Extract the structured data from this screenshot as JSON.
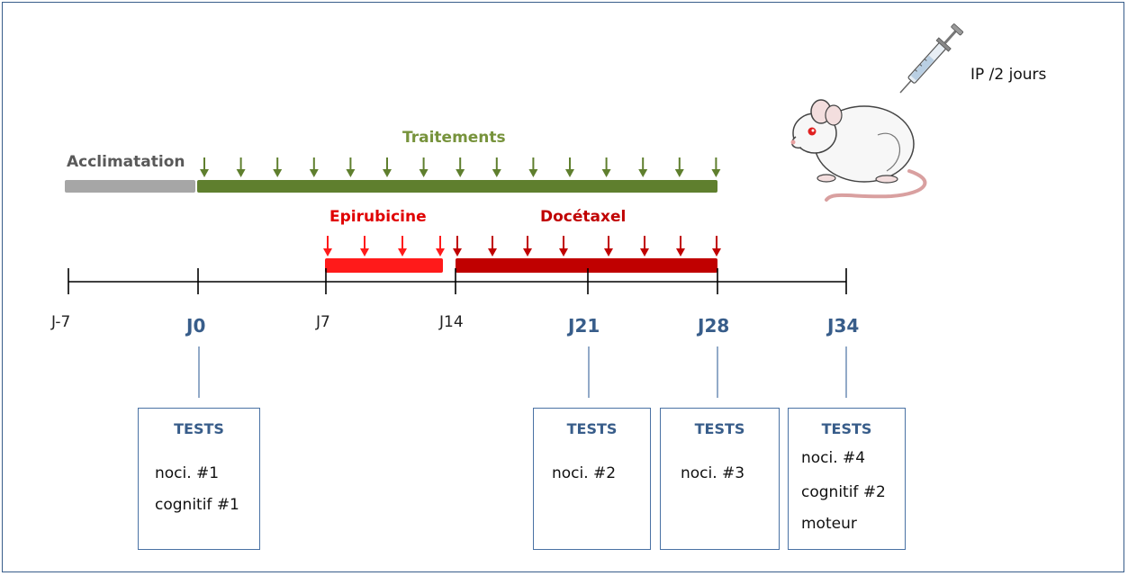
{
  "phases": {
    "acclimatation": "Acclimatation",
    "traitements": "Traitements",
    "epirubicine": "Epirubicine",
    "docetaxel": "Docétaxel"
  },
  "days": [
    "J-7",
    "J0",
    "J7",
    "J14",
    "J21",
    "J28",
    "J34"
  ],
  "injection_note": "IP /2 jours",
  "tests": [
    {
      "day": "J0",
      "title": "TESTS",
      "items": [
        "noci. #1",
        "cognitif #1"
      ]
    },
    {
      "day": "J21",
      "title": "TESTS",
      "items": [
        "noci. #2"
      ]
    },
    {
      "day": "J28",
      "title": "TESTS",
      "items": [
        "noci. #3"
      ]
    },
    {
      "day": "J34",
      "title": "TESTS",
      "items": [
        "noci. #4",
        "cognitif #2",
        "moteur"
      ]
    }
  ],
  "colors": {
    "acclimatation": "#a6a6a6",
    "traitements": "#5f7f2e",
    "epirubicine": "#ff1a1a",
    "docetaxel": "#c00000",
    "accent": "#385d8a"
  },
  "icons": [
    "syringe-icon",
    "mouse-icon"
  ]
}
